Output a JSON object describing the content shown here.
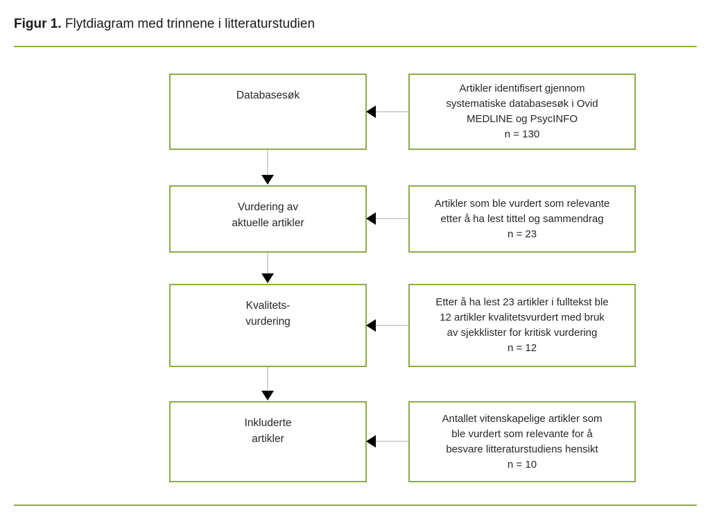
{
  "figure": {
    "label": "Figur 1.",
    "description": " Flytdiagram med trinnene i litteraturstudien"
  },
  "theme": {
    "border_green": "#8CAA48",
    "rule_green": "#8CAA48",
    "connector_gray": "#d4d4d4",
    "arrowhead_black": "#000000",
    "text_color": "#262626",
    "background": "#ffffff"
  },
  "chart_data": {
    "type": "flowchart",
    "title": "Flytdiagram med trinnene i litteraturstudien",
    "orientation": "vertical",
    "stages": [
      {
        "stage": "Databasesøk",
        "description": "Artikler identifisert gjennom systematiske databasesøk i Ovid MEDLINE og PsycINFO",
        "count_label": "n = 130",
        "n": 130
      },
      {
        "stage": "Vurdering av aktuelle artikler",
        "description": "Artikler som ble vurdert som relevante etter å ha lest tittel og sammendrag",
        "count_label": "n = 23",
        "n": 23
      },
      {
        "stage": "Kvalitetsvurdering",
        "description": "Etter å ha lest 23 artikler i fulltekst ble 12 artikler kvalitetsvurdert med bruk av sjekklister for kritisk vurdering",
        "count_label": "n = 12",
        "n": 12
      },
      {
        "stage": "Inkluderte artikler",
        "description": "Antallet vitenskapelige artikler som ble vurdert som relevante for å besvare litteraturstudiens hensikt",
        "count_label": "n = 10",
        "n": 10
      }
    ]
  },
  "rows": [
    {
      "stage_line1": "Databasesøk",
      "stage_line2": "",
      "desc_line1": "Artikler identifisert gjennom",
      "desc_line2": "systematiske databasesøk i Ovid",
      "desc_line3": "MEDLINE og PsycINFO",
      "desc_line4": "n = 130"
    },
    {
      "stage_line1": "Vurdering av",
      "stage_line2": "aktuelle artikler",
      "desc_line1": "Artikler som ble vurdert som relevante",
      "desc_line2": "etter å ha lest tittel og sammendrag",
      "desc_line3": "n = 23",
      "desc_line4": ""
    },
    {
      "stage_line1": "Kvalitets-",
      "stage_line2": "vurdering",
      "desc_line1": "Etter å ha lest 23 artikler i fulltekst ble",
      "desc_line2": "12 artikler kvalitetsvurdert med bruk",
      "desc_line3": "av sjekklister for kritisk vurdering",
      "desc_line4": "n = 12"
    },
    {
      "stage_line1": "Inkluderte",
      "stage_line2": "artikler",
      "desc_line1": "Antallet vitenskapelige artikler som",
      "desc_line2": "ble vurdert som relevante for å",
      "desc_line3": "besvare litteraturstudiens hensikt",
      "desc_line4": "n = 10"
    }
  ]
}
